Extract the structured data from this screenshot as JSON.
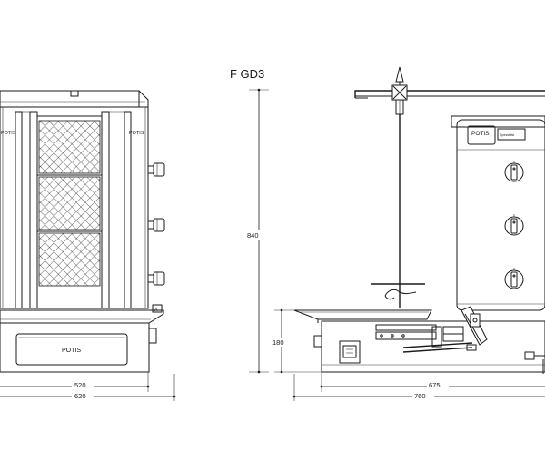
{
  "title": "F GD3",
  "brand": "POTIS",
  "brand_small": "Spezialist",
  "dimensions": {
    "height": "840",
    "front_width_inner": "520",
    "front_width_outer": "620",
    "side_depth_inner": "675",
    "side_depth_outer": "760",
    "side_height_low": "180"
  }
}
